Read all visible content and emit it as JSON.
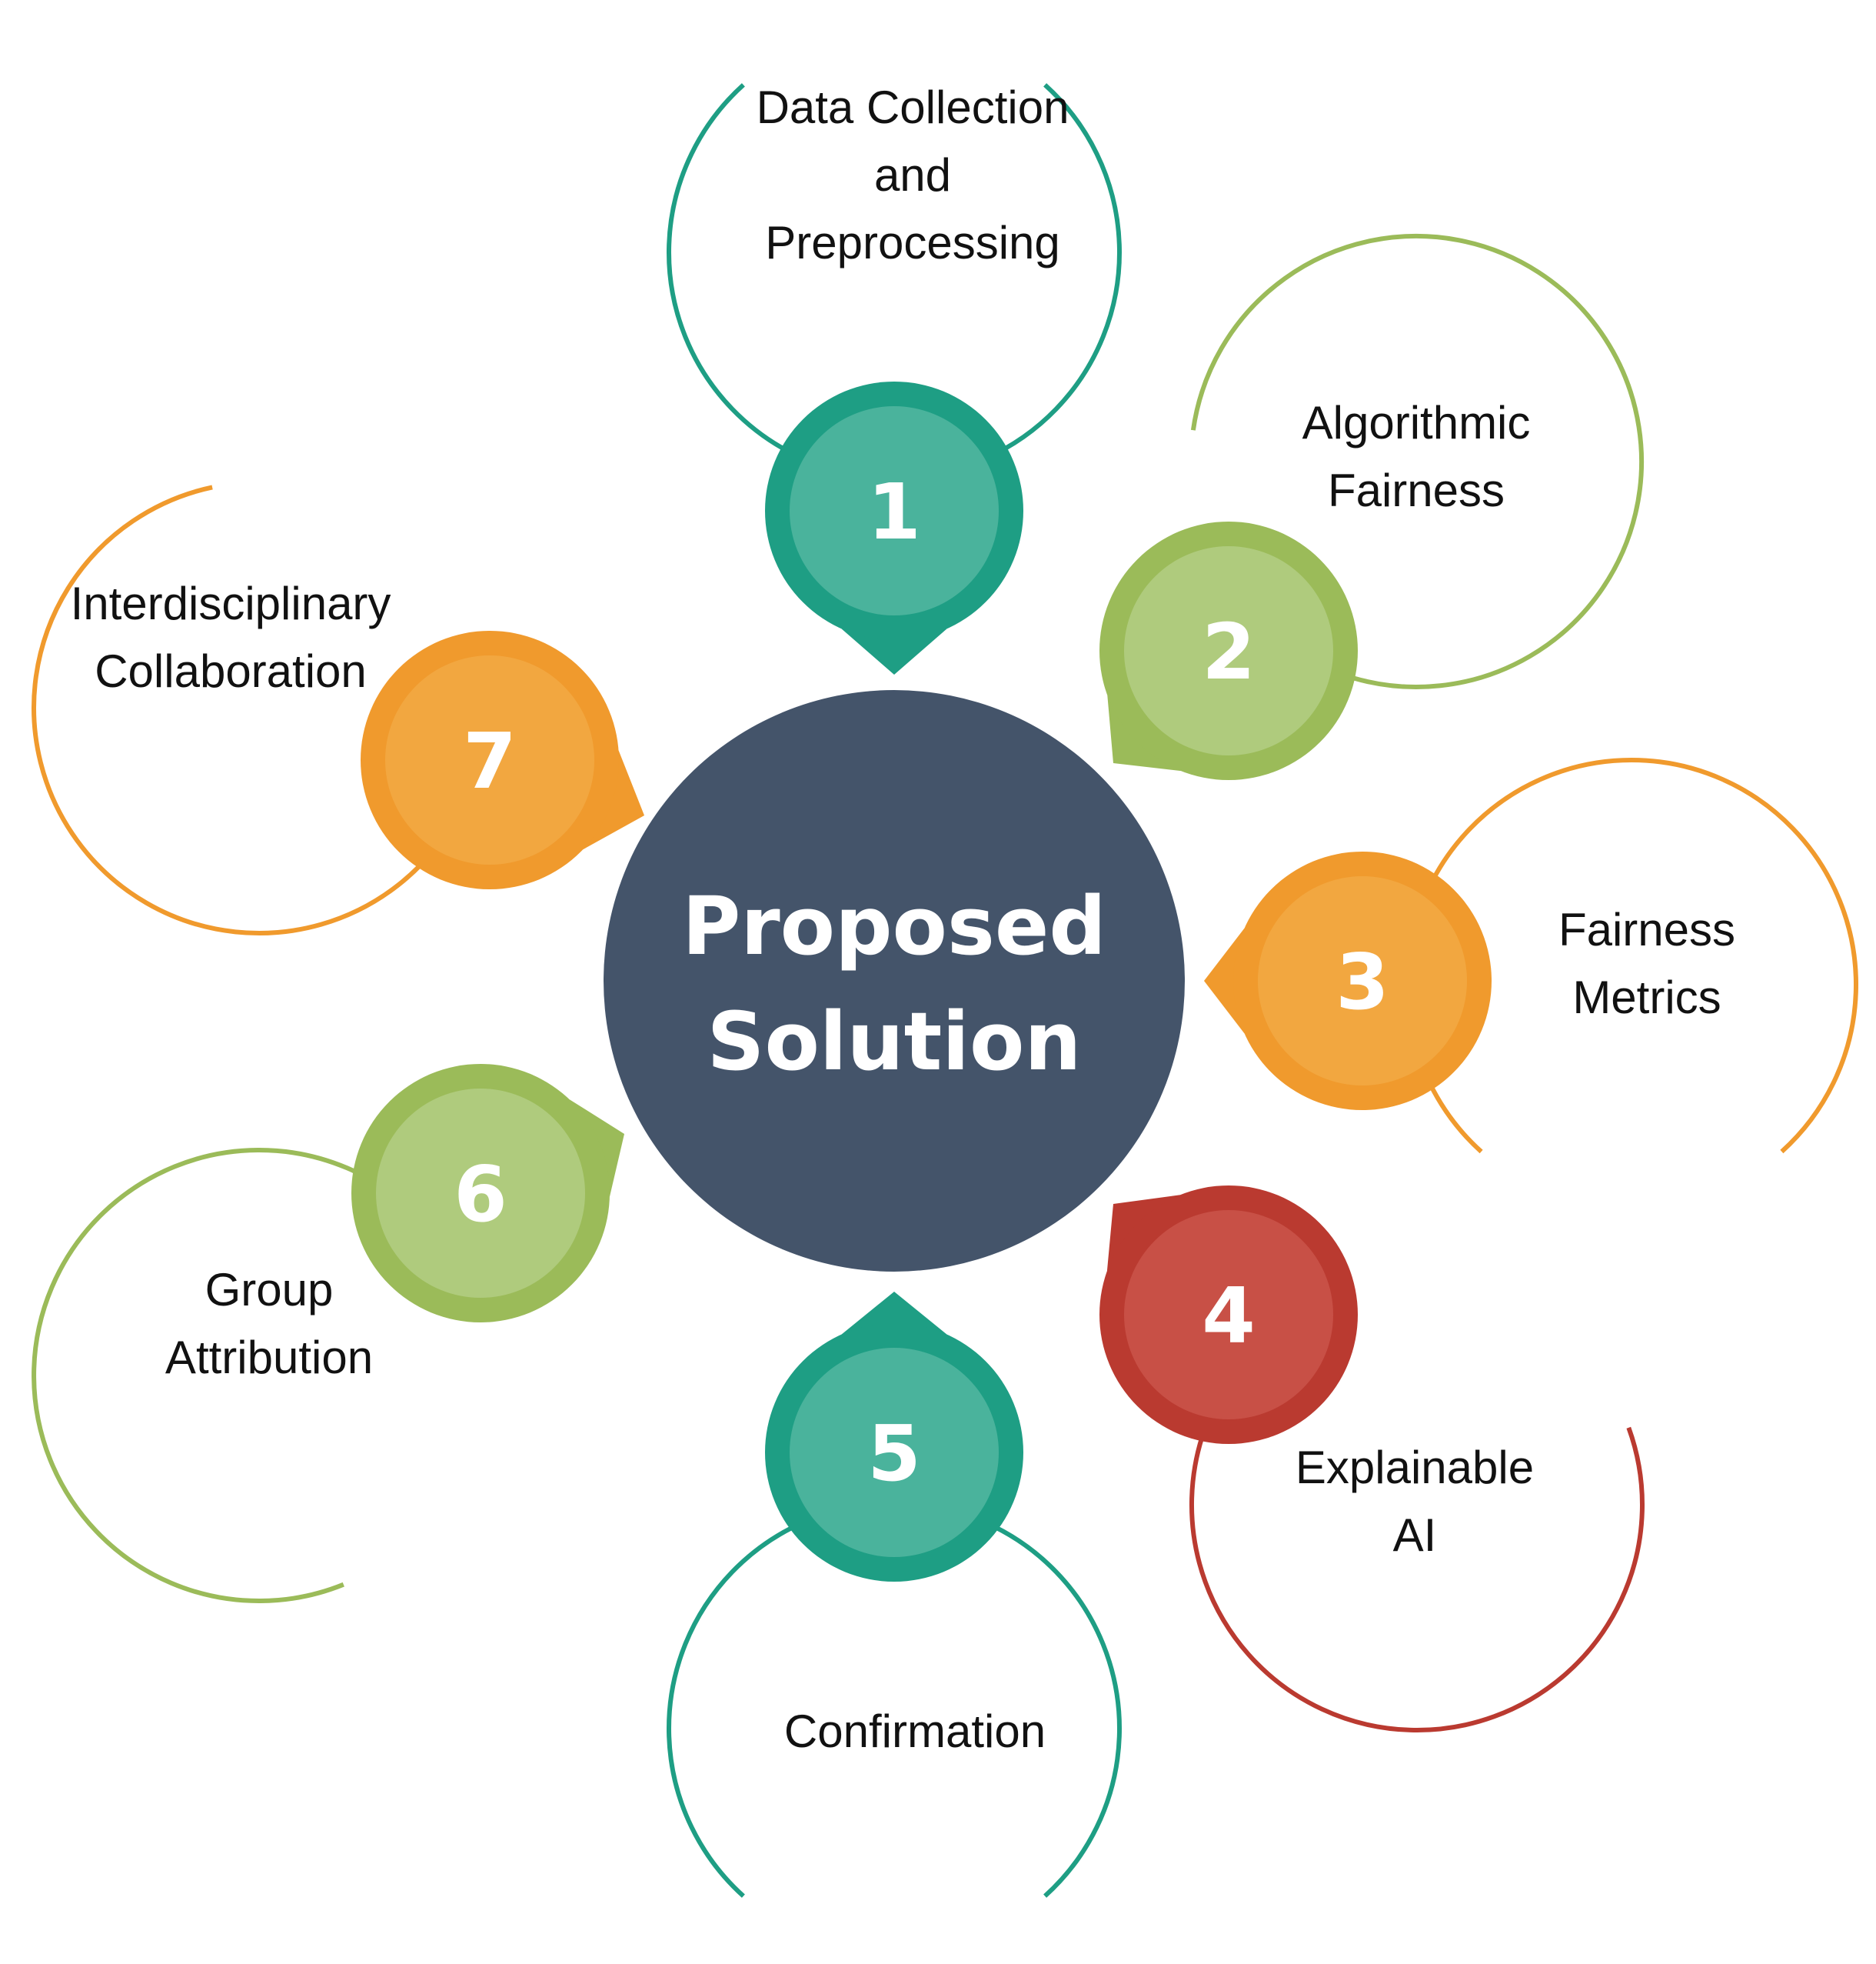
{
  "center": {
    "lines": [
      "Proposed",
      "Solution"
    ],
    "color": "#44546A"
  },
  "steps": [
    {
      "number": "1",
      "lines": [
        "Data Collection",
        "and",
        "Preprocessing"
      ],
      "stroke": "#1E9E84",
      "outer": "#1E9E84",
      "inner": "#4AB39C"
    },
    {
      "number": "2",
      "lines": [
        "Algorithmic",
        "Fairness"
      ],
      "stroke": "#9BBB59",
      "outer": "#9BBB59",
      "inner": "#AFCB7D"
    },
    {
      "number": "3",
      "lines": [
        "Fairness",
        "Metrics"
      ],
      "stroke": "#F09A2D",
      "outer": "#F09A2D",
      "inner": "#F2A740"
    },
    {
      "number": "4",
      "lines": [
        "Explainable",
        "AI"
      ],
      "stroke": "#BA3A30",
      "outer": "#BA3A30",
      "inner": "#C85046"
    },
    {
      "number": "5",
      "lines": [
        "Confirmation"
      ],
      "stroke": "#1E9E84",
      "outer": "#1E9E84",
      "inner": "#4AB39C"
    },
    {
      "number": "6",
      "lines": [
        "Group",
        "Attribution"
      ],
      "stroke": "#9BBB59",
      "outer": "#9BBB59",
      "inner": "#AFCB7D"
    },
    {
      "number": "7",
      "lines": [
        "Interdisciplinary",
        "Collaboration"
      ],
      "stroke": "#F09A2D",
      "outer": "#F09A2D",
      "inner": "#F2A740"
    }
  ]
}
